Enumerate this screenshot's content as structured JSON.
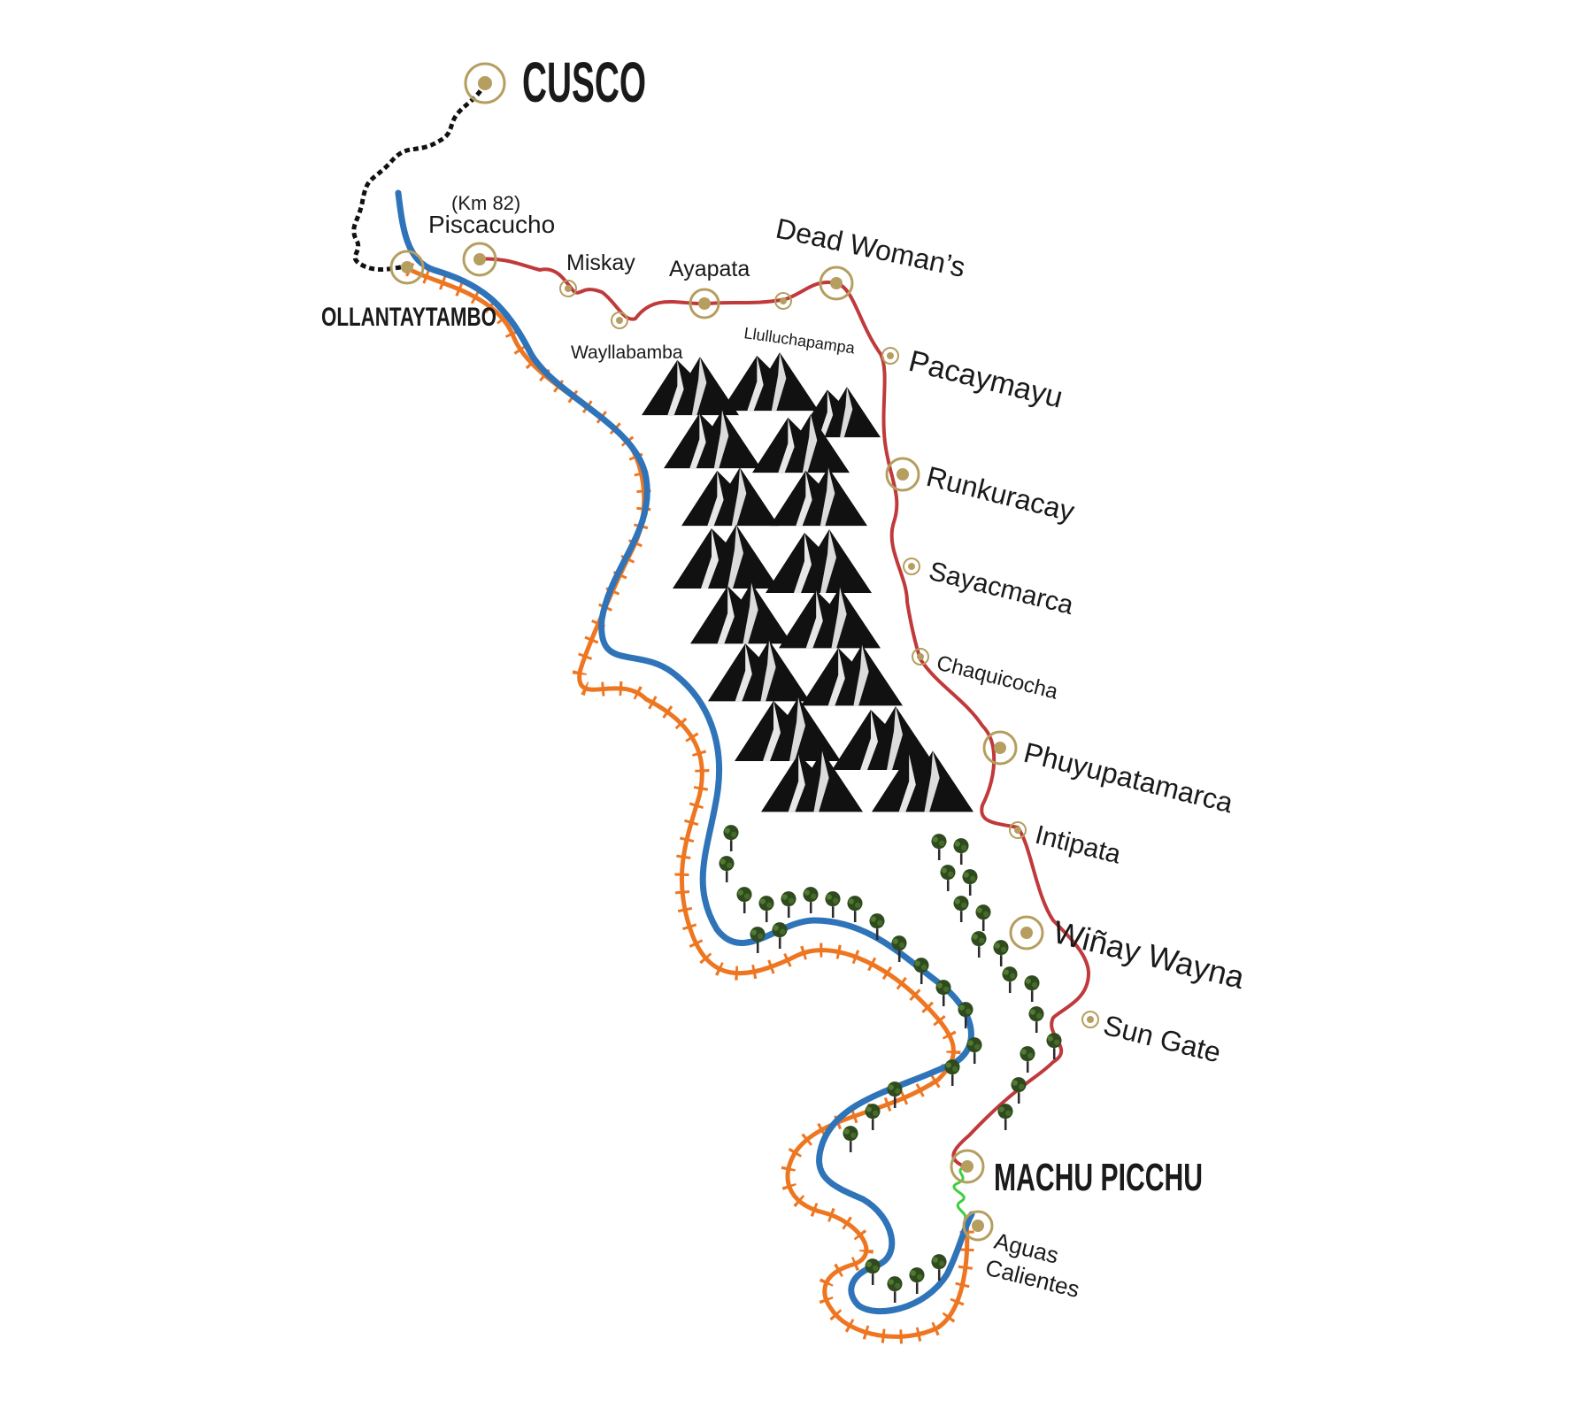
{
  "colors": {
    "trail": "#c0393b",
    "river": "#2f74b9",
    "railway": "#ee7621",
    "road": "#111111",
    "bus_road": "#3ecf3e",
    "marker": "#b59e5f",
    "mountain": "#111111",
    "forest": "#2f4a1e"
  },
  "places": {
    "cusco": "CUSCO",
    "ollantaytambo": "OLLANTAYTAMBO",
    "km82": "(Km 82)",
    "piscacucho": "Piscacucho",
    "miskay": "Miskay",
    "wayllabamba": "Wayllabamba",
    "ayapata": "Ayapata",
    "llulluchapampa": "Llulluchapampa",
    "dead_womans": "Dead Woman’s",
    "pacaymayu": "Pacaymayu",
    "runkuracay": "Runkuracay",
    "sayacmarca": "Sayacmarca",
    "chaquicocha": "Chaquicocha",
    "phuyupatamarca": "Phuyupatamarca",
    "intipata": "Intipata",
    "winay_wayna": "Wiñay Wayna",
    "sun_gate": "Sun Gate",
    "machu_picchu": "MACHU PICCHU",
    "aguas_line1": "Aguas",
    "aguas_line2": "Calientes"
  },
  "icons": {
    "marker": "location-ring-icon",
    "mountains": "mountain-range-icon",
    "trees": "forest-tree-icon"
  }
}
